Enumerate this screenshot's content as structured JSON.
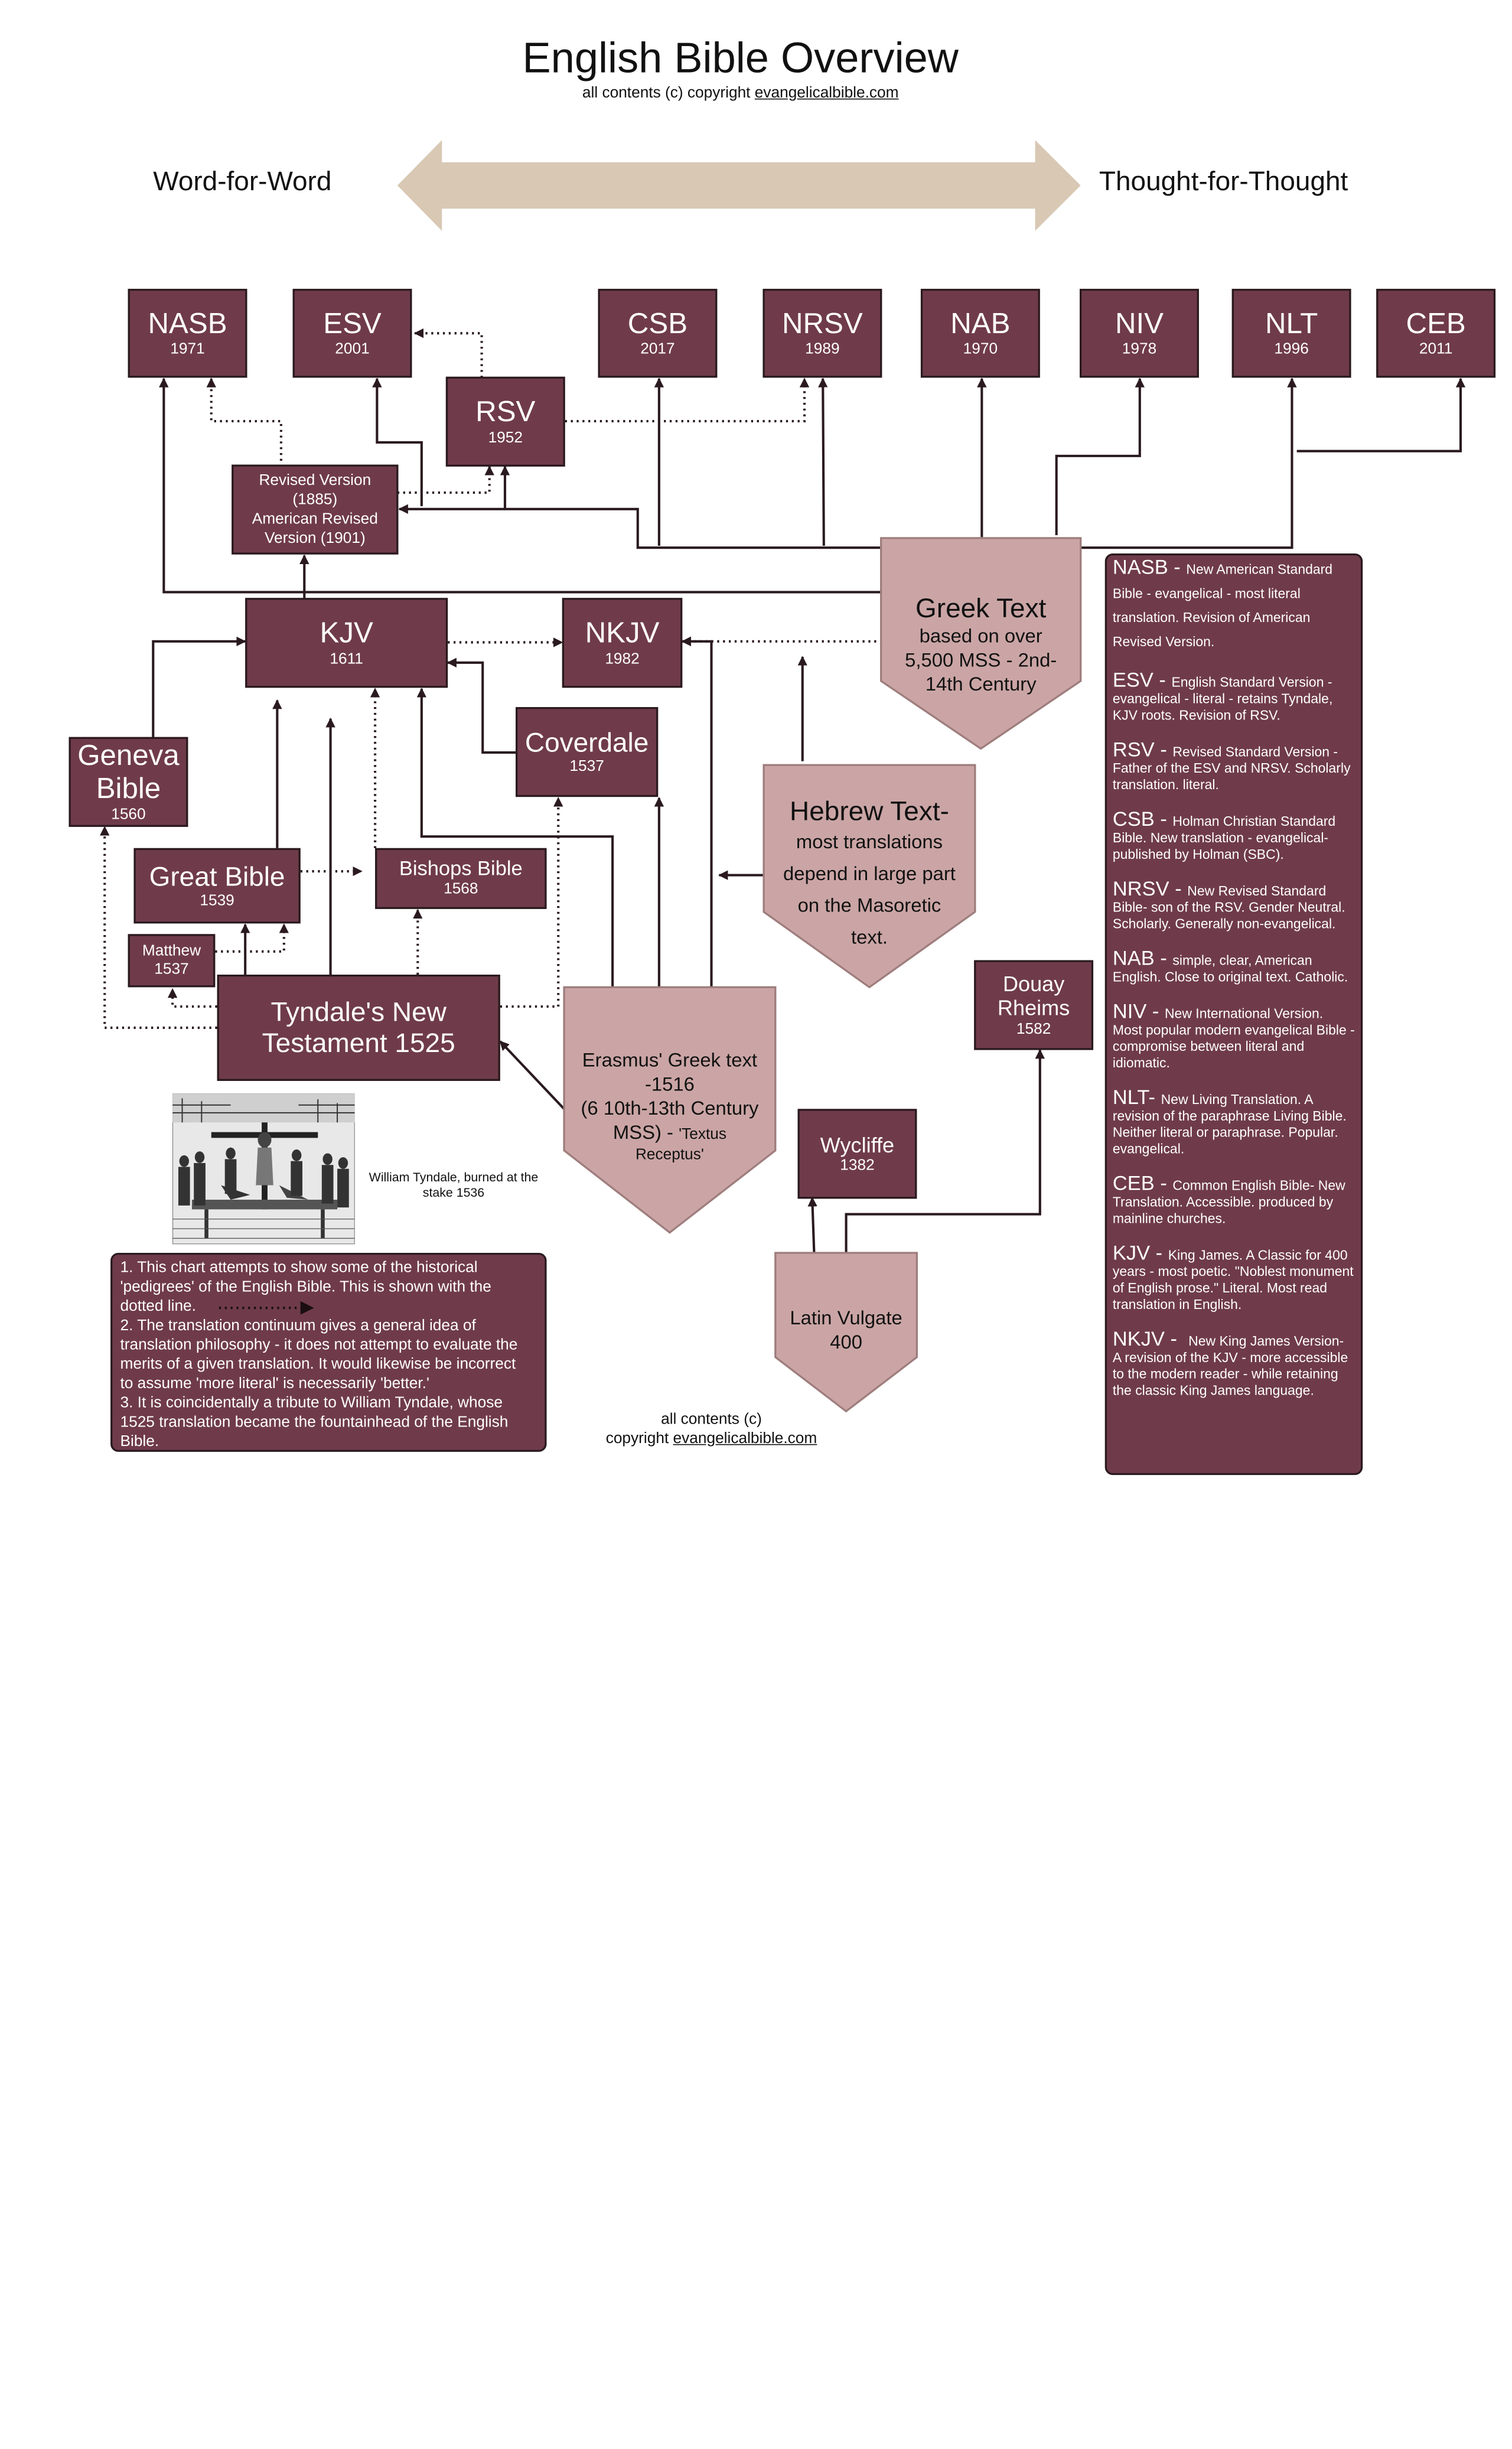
{
  "header": {
    "title": "English Bible Overview",
    "copyright_prefix": "all contents (c) copyright ",
    "site": "evangelicalbible.com"
  },
  "continuum": {
    "left_label": "Word-for-Word",
    "right_label": "Thought-for-Thought",
    "arrow_color": "#d8c8b4"
  },
  "colors": {
    "box_fill": "#6f3b4a",
    "source_fill": "#cba5a5",
    "line": "#2a1a1f"
  },
  "translations": {
    "nasb": {
      "name": "NASB",
      "year": "1971"
    },
    "esv": {
      "name": "ESV",
      "year": "2001"
    },
    "csb": {
      "name": "CSB",
      "year": "2017"
    },
    "nrsv": {
      "name": "NRSV",
      "year": "1989"
    },
    "nab": {
      "name": "NAB",
      "year": "1970"
    },
    "niv": {
      "name": "NIV",
      "year": "1978"
    },
    "nlt": {
      "name": "NLT",
      "year": "1996"
    },
    "ceb": {
      "name": "CEB",
      "year": "2011"
    },
    "rsv": {
      "name": "RSV",
      "year": "1952"
    },
    "rv": {
      "line1": "Revised Version",
      "line2": "(1885)",
      "line3": "American Revised",
      "line4": "Version (1901)"
    },
    "kjv": {
      "name": "KJV",
      "year": "1611"
    },
    "nkjv": {
      "name": "NKJV",
      "year": "1982"
    },
    "geneva": {
      "name_line1": "Geneva",
      "name_line2": "Bible",
      "year": "1560"
    },
    "coverdale": {
      "name": "Coverdale",
      "year": "1537"
    },
    "great": {
      "name": "Great Bible",
      "year": "1539"
    },
    "bishops": {
      "name": "Bishops Bible",
      "year": "1568"
    },
    "matthew": {
      "name": "Matthew",
      "year": "1537"
    },
    "tyndale": {
      "line1": "Tyndale's New",
      "line2": "Testament 1525"
    },
    "douay": {
      "line1": "Douay",
      "line2": "Rheims",
      "year": "1582"
    },
    "wycliffe": {
      "name": "Wycliffe",
      "year": "1382"
    }
  },
  "sources": {
    "greek": {
      "title": "Greek Text",
      "line1": "based on over",
      "line2": "5,500 MSS - 2nd-",
      "line3": "14th Century"
    },
    "hebrew": {
      "title": "Hebrew Text-",
      "line1": "most translations",
      "line2": "depend in large part",
      "line3": "on the Masoretic",
      "line4": "text."
    },
    "erasmus": {
      "line1": "Erasmus' Greek text",
      "line2": "-1516",
      "line3": "(6 10th-13th Century",
      "line4": "MSS) - ",
      "line4_small": "'Textus",
      "line5": "Receptus'"
    },
    "vulgate": {
      "line1": "Latin Vulgate",
      "line2": "400"
    }
  },
  "legend": [
    {
      "term": "NASB",
      "sep": " - ",
      "desc": "New American Standard Bible - evangelical - most literal translation. Revision of American Revised Version."
    },
    {
      "term": "ESV",
      "sep": " - ",
      "desc": "English Standard Version - evangelical - literal - retains Tyndale, KJV roots. Revision of RSV."
    },
    {
      "term": "RSV",
      "sep": " - ",
      "desc": "Revised Standard Version - Father of the ESV and NRSV. Scholarly translation. literal."
    },
    {
      "term": "CSB",
      "sep": " - ",
      "desc": "Holman Christian Standard Bible. New translation - evangelical- published by Holman (SBC)."
    },
    {
      "term": "NRSV",
      "sep": " - ",
      "desc": "New Revised Standard Bible- son of the RSV. Gender Neutral. Scholarly. Generally non-evangelical."
    },
    {
      "term": "NAB",
      "sep": " - ",
      "desc": "simple, clear, American English.  Close to original text. Catholic."
    },
    {
      "term": "NIV",
      "sep": " - ",
      "desc": "New International Version. Most popular modern evangelical Bible -compromise between literal and idiomatic."
    },
    {
      "term": "NLT",
      "sep": "- ",
      "desc": "New Living Translation.  A revision of the paraphrase Living Bible. Neither literal or paraphrase. Popular. evangelical."
    },
    {
      "term": "CEB",
      "sep": " - ",
      "desc": "Common English Bible- New Translation. Accessible. produced by mainline churches."
    },
    {
      "term": "KJV",
      "sep": " - ",
      "desc": "King James.  A Classic for 400 years - most poetic. \"Noblest monument of English prose.\" Literal. Most read translation in English."
    },
    {
      "term": "NKJV",
      "sep": " -  ",
      "desc": "New King James Version- A revision of the KJV - more accessible to the modern reader - while retaining the classic King James language."
    }
  ],
  "notes": {
    "n1a": "1. This chart attempts to show some of the historical",
    "n1b": "'pedigrees' of the English Bible.  This is shown with the",
    "n1c": "dotted line.",
    "n2a": "2. The translation continuum gives a general idea of",
    "n2b": "translation philosophy - it does not attempt to evaluate the",
    "n2c": "merits of a given translation. It would likewise be incorrect",
    "n2d": "to assume 'more literal' is necessarily 'better.'",
    "n3a": "3. It is coincidentally a tribute to William Tyndale, whose",
    "n3b": "1525 translation became the fountainhead of the English",
    "n3c": "Bible."
  },
  "image_caption": {
    "line1": "William Tyndale, burned at the",
    "line2": "stake 1536"
  },
  "footer": {
    "line1": "all contents (c)",
    "prefix": "copyright ",
    "site": "evangelicalbible.com"
  }
}
